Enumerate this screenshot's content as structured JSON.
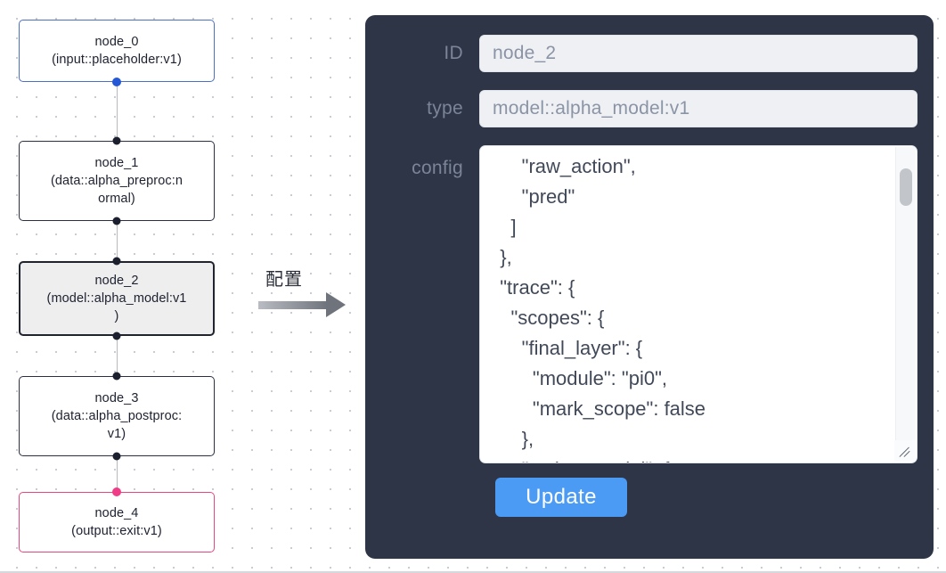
{
  "canvas": {
    "nodes": [
      {
        "id": "node-0",
        "title": "node_0",
        "subtitle": "(input::placeholder:v1)",
        "label": "node_0\n(input::placeholder:v1)",
        "variant": "input",
        "border_color": "#4a6fc4"
      },
      {
        "id": "node-1",
        "title": "node_1",
        "subtitle": "(data::alpha_preproc:normal)",
        "label": "node_1\n(data::alpha_preproc:n\normal)",
        "variant": "default",
        "border_color": "#2b2f42"
      },
      {
        "id": "node-2",
        "title": "node_2",
        "subtitle": "(model::alpha_model:v1)",
        "label": "node_2\n(model::alpha_model:v1\n)",
        "variant": "selected",
        "border_color": "#1f2430",
        "fill_color": "#eeeeee"
      },
      {
        "id": "node-3",
        "title": "node_3",
        "subtitle": "(data::alpha_postproc:v1)",
        "label": "node_3\n(data::alpha_postproc:\nv1)",
        "variant": "default",
        "border_color": "#2b2f42"
      },
      {
        "id": "node-4",
        "title": "node_4",
        "subtitle": "(output::exit:v1)",
        "label": "node_4\n(output::exit:v1)",
        "variant": "output",
        "border_color": "#e6457f"
      }
    ]
  },
  "arrow": {
    "caption": "配置",
    "icon": "right-arrow-icon",
    "color": "#6f737c"
  },
  "panel": {
    "background_color": "#2d3547",
    "fields": [
      {
        "key": "id",
        "label": "ID",
        "value": "node_2"
      },
      {
        "key": "type",
        "label": "type",
        "value": "model::alpha_model:v1"
      },
      {
        "key": "config",
        "label": "config"
      }
    ],
    "config_text": "      \"raw_action\",\n      \"pred\"\n    ]\n  },\n  \"trace\": {\n    \"scopes\": {\n      \"final_layer\": {\n        \"module\": \"pi0\",\n        \"mark_scope\": false\n      },\n      \"action_model\": {",
    "config_lines": [
      "      \"raw_action\",",
      "      \"pred\"",
      "    ]",
      "  },",
      "  \"trace\": {",
      "    \"scopes\": {",
      "      \"final_layer\": {",
      "        \"module\": \"pi0\",",
      "        \"mark_scope\": false",
      "      },",
      "      \"action_model\": {"
    ],
    "update_button_label": "Update",
    "update_button_color": "#4b9bf5"
  }
}
